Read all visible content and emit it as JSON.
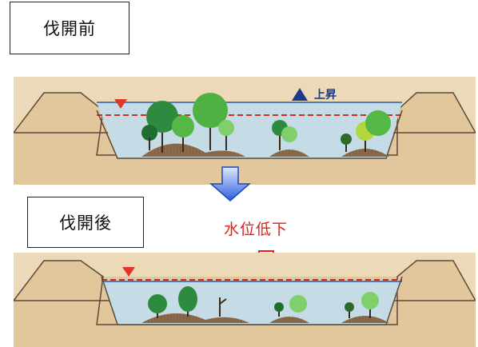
{
  "labels": {
    "before": "伐開前",
    "after": "伐開後",
    "rise": "上昇",
    "water_level_drop": "水位低下"
  },
  "colors": {
    "ground": "#e5cba4",
    "embankment": "#e3c79c",
    "water": "#c5dce7",
    "water_line": "#2f5aa0",
    "level_dash": "#d02a2a",
    "level_marker": "#e0352b",
    "rise_marker": "#1b3c87",
    "drop_text": "#e51b1b",
    "flow_arrow": "#2d5fdc",
    "drop_arrow": "#e51b1b"
  },
  "icons": {
    "level_marker": "down-triangle-icon",
    "rise_marker": "up-triangle-icon",
    "flow_arrow": "down-arrow-icon",
    "drop_arrow": "hollow-down-arrow-icon"
  }
}
